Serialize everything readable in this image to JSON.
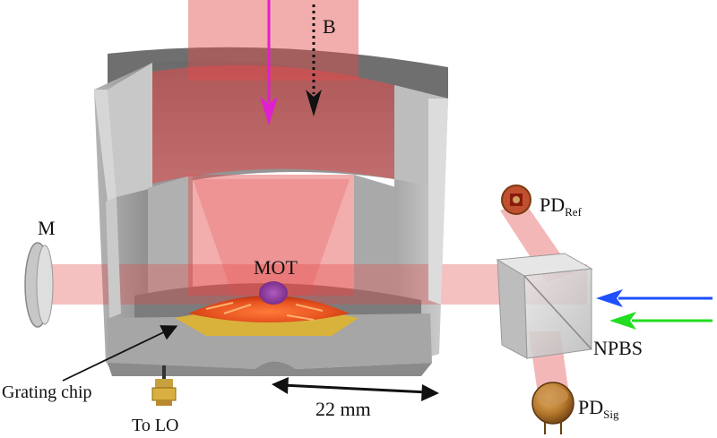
{
  "labels": {
    "b_field": "B",
    "mirror": "M",
    "mot": "MOT",
    "pd_ref_main": "PD",
    "pd_ref_sub": "Ref",
    "npbs": "NPBS",
    "pd_sig_main": "PD",
    "pd_sig_sub": "Sig",
    "grating_chip": "Grating chip",
    "to_lo": "To LO",
    "dimension": "22 mm"
  },
  "colors": {
    "laser_beam": "#e34a4a",
    "magenta_arrow": "#e020d0",
    "blue_arrow": "#1f4fff",
    "green_arrow": "#22dd22",
    "chamber_metal": "#8e8e8e",
    "grating_gold": "#d9b23c",
    "mot_cloud": "#8a3a9a"
  }
}
